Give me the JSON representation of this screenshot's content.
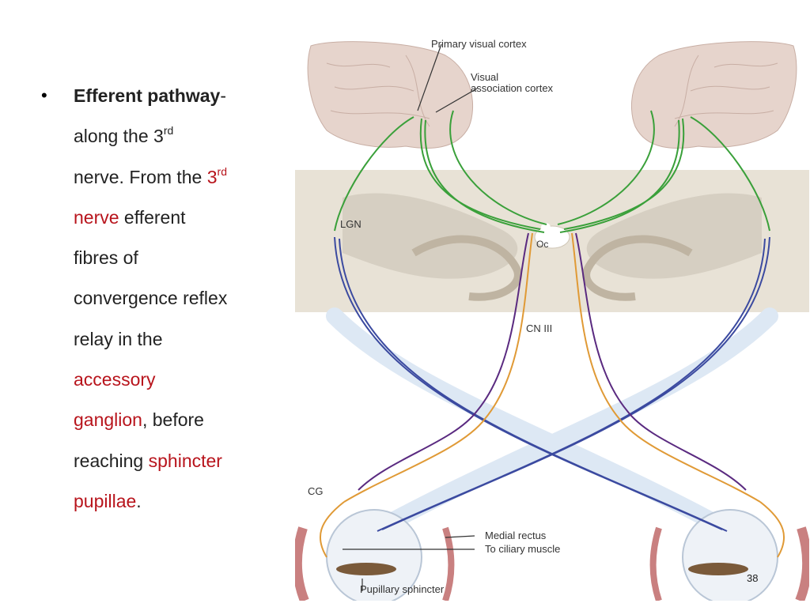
{
  "bullet": {
    "marker": "•",
    "l1_bold": "Efferent pathway",
    "l1_after": "-",
    "l2_text": "along the 3",
    "l2_sup": "rd",
    "l3_text": "nerve. From the ",
    "l3_red": "3",
    "l3_sup": "rd",
    "l4_red": "nerve",
    "l4_after": " efferent",
    "l5": "fibres of",
    "l6": "convergence reflex",
    "l7": "relay in the",
    "l8_red": "accessory",
    "l9_red": "ganglion",
    "l9_after": ", before",
    "l10_before": "reaching ",
    "l10_red": "sphincter",
    "l11_red": "pupillae",
    "l11_after": "."
  },
  "figure": {
    "labels": {
      "primary_visual_cortex": "Primary visual cortex",
      "visual_assoc_1": "Visual",
      "visual_assoc_2": "association cortex",
      "lgn": "LGN",
      "oc": "Oc",
      "cn_iii": "CN III",
      "cg": "CG",
      "medial_rectus": "Medial rectus",
      "ciliary_muscle": "To ciliary muscle",
      "pupillary_sphincter": "Pupillary sphincter"
    }
  },
  "slide_number": "38"
}
